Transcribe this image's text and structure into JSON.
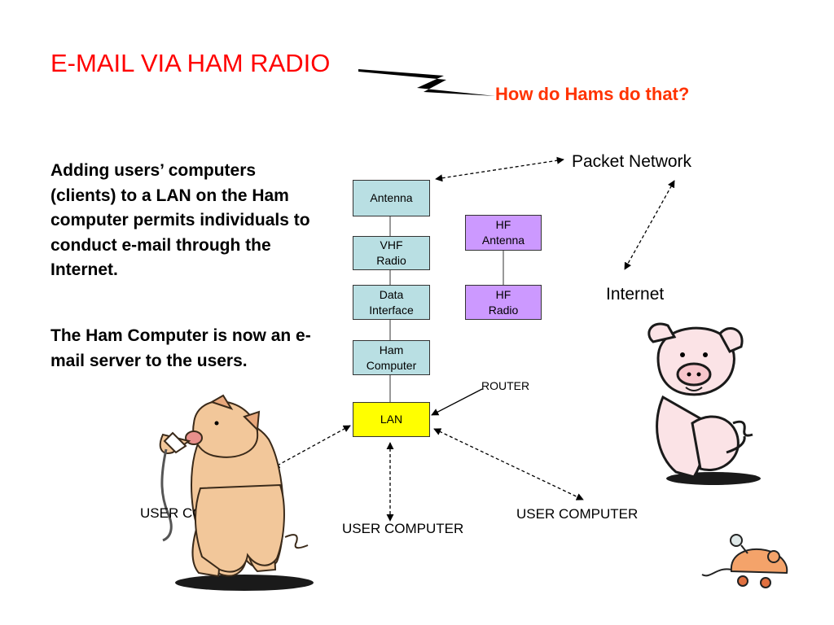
{
  "title": "E-MAIL VIA HAM RADIO",
  "subtitle": "How do Hams do that?",
  "paragraphs": [
    "Adding users’ computers (clients)  to a LAN on the Ham computer permits individuals to conduct e-mail through the Internet.",
    "The Ham Computer is now an e-mail server to the users."
  ],
  "diagram": {
    "boxes": {
      "antenna": "Antenna",
      "vhf_radio": "VHF\nRadio",
      "data_interface": "Data\nInterface",
      "ham_computer": "Ham\nComputer",
      "lan": "LAN",
      "hf_antenna": "HF\nAntenna",
      "hf_radio": "HF\nRadio"
    },
    "labels": {
      "packet_network": "Packet Network",
      "internet": "Internet",
      "router": "ROUTER",
      "user_computer_left": "USER COMPUTER",
      "user_computer_center": "USER COMPUTER",
      "user_computer_right": "USER COMPUTER"
    }
  },
  "clipart": [
    "pig-with-plug",
    "dancing-pig",
    "wind-up-mouse"
  ],
  "colors": {
    "title": "#ff0000",
    "subtitle": "#ff3300",
    "teal_box": "#b9dfe3",
    "violet_box": "#cc99ff",
    "lan_box": "#ffff00",
    "pig_tan": "#f2c79a",
    "pig_pink": "#fbe3e6"
  }
}
